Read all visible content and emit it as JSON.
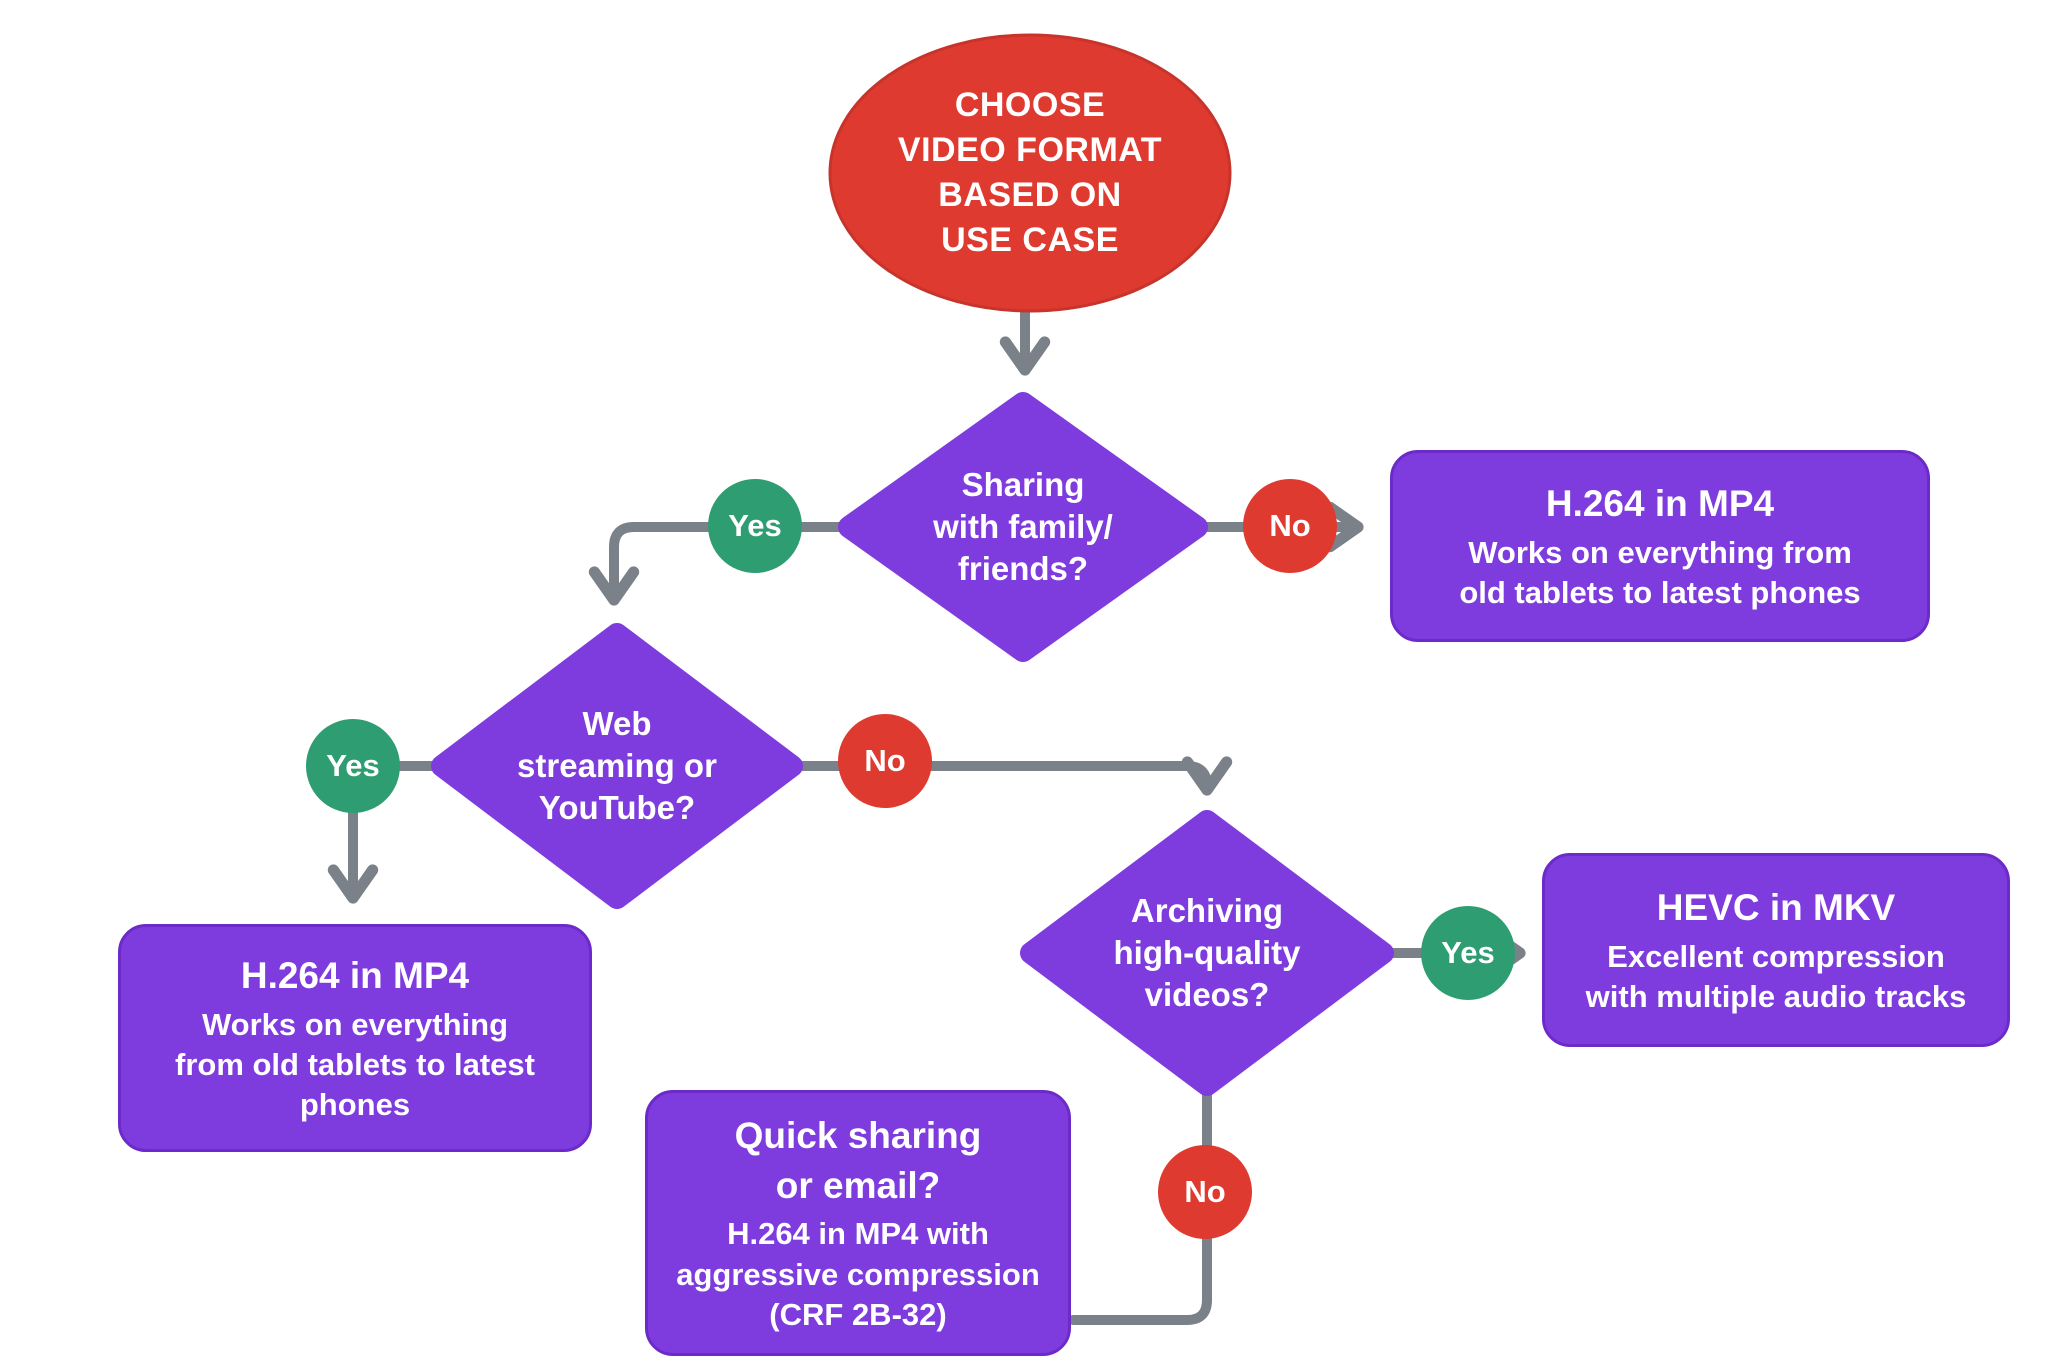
{
  "start": {
    "label": "CHOOSE\nVIDEO FORMAT\nBASED ON\nUSE CASE"
  },
  "decisions": [
    {
      "label": "Sharing\nwith family/\nfriends?"
    },
    {
      "label": "Web\nstreaming or\nYouTube?"
    },
    {
      "label": "Archiving\nhigh-quality\nvideos?"
    }
  ],
  "results": [
    {
      "title": "H.264 in MP4",
      "description": "Works on everything from\nold tablets to latest phones"
    },
    {
      "title": "H.264 in MP4",
      "description": "Works on everything\nfrom old tablets to latest\nphones"
    },
    {
      "title": "HEVC in MKV",
      "description": "Excellent compression\nwith multiple audio tracks"
    },
    {
      "title": "Quick sharing\nor email?",
      "description": "H.264 in MP4 with\naggressive compression\n(CRF 2B-32)"
    }
  ],
  "labels": {
    "yes": "Yes",
    "no": "No"
  },
  "colors": {
    "node_purple": "#7E3BDE",
    "start_red": "#DE3A30",
    "badge_green": "#2F9D72",
    "badge_red": "#DE3A30",
    "connector_gray": "#7A8189",
    "text": "#FFFFFF"
  }
}
